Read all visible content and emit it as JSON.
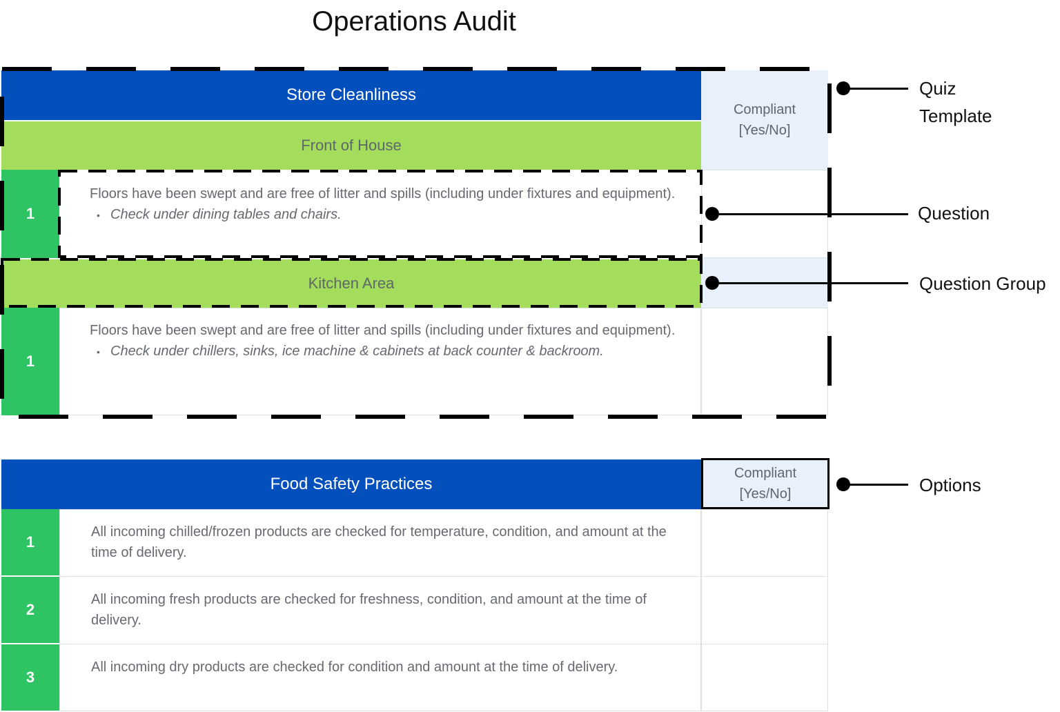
{
  "title": "Operations Audit",
  "template": {
    "header": "Store Cleanliness",
    "compliant_line1": "Compliant",
    "compliant_line2": "[Yes/No]",
    "groups": [
      {
        "name": "Front of House",
        "question": {
          "number": "1",
          "text": "Floors have been swept and are free of litter and spills (including under fixtures and equipment).",
          "note": "Check under dining tables and chairs."
        }
      },
      {
        "name": "Kitchen Area",
        "question": {
          "number": "1",
          "text": "Floors have been swept and are free of litter and spills (including under fixtures and equipment).",
          "note": "Check under chillers, sinks, ice machine & cabinets at back counter & backroom."
        }
      }
    ]
  },
  "section2": {
    "header": "Food Safety Practices",
    "compliant_line1": "Compliant",
    "compliant_line2": "[Yes/No]",
    "rows": [
      {
        "number": "1",
        "text": "All incoming chilled/frozen products are checked for temperature, condition, and amount at the time of delivery."
      },
      {
        "number": "2",
        "text": "All incoming fresh products are checked for freshness, condition, and amount at the time of delivery."
      },
      {
        "number": "3",
        "text": "All incoming dry products are checked for condition and amount at the time of delivery."
      }
    ]
  },
  "annotations": {
    "quiz_template_line1": "Quiz",
    "quiz_template_line2": "Template",
    "question": "Question",
    "question_group": "Question Group",
    "options": "Options"
  },
  "colors": {
    "header_blue": "#0350bd",
    "group_green": "#a4dc5b",
    "number_green": "#2fc463",
    "compliant_bg": "#e8f0fb"
  }
}
